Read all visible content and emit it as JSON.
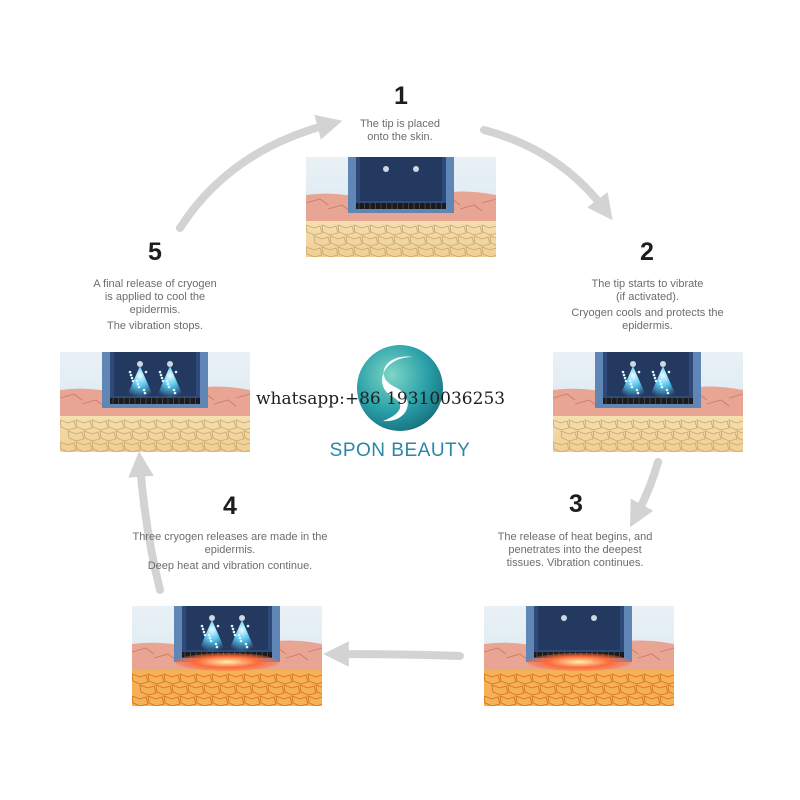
{
  "steps": [
    {
      "num": "1",
      "lines": [
        "The tip is placed",
        "onto the skin."
      ],
      "note": "",
      "state": "placed"
    },
    {
      "num": "2",
      "lines": [
        "The tip starts to vibrate",
        "(if activated)."
      ],
      "note": "Cryogen cools and protects the epidermis.",
      "state": "cryo"
    },
    {
      "num": "3",
      "lines": [
        "The release of heat begins, and",
        "penetrates into the deepest",
        "tissues. Vibration continues."
      ],
      "note": "",
      "state": "heat"
    },
    {
      "num": "4",
      "lines": [
        "Three cryogen releases are made in the",
        "epidermis."
      ],
      "note": "Deep heat and vibration continue.",
      "state": "cryo-heat"
    },
    {
      "num": "5",
      "lines": [
        "A final release of cryogen",
        "is applied to cool the",
        "epidermis."
      ],
      "note": "The vibration stops.",
      "state": "final"
    }
  ],
  "brand": {
    "name": "SPON BEAUTY"
  },
  "watermark": "whatsapp:+86 19310036253",
  "colors": {
    "arrow": "#d3d3d3",
    "teal": "#2aa0a8",
    "brand_text": "#2a86a8",
    "device": "#5f86b4",
    "cryo": "#58c8f0",
    "heat": "#ff6a3a"
  }
}
